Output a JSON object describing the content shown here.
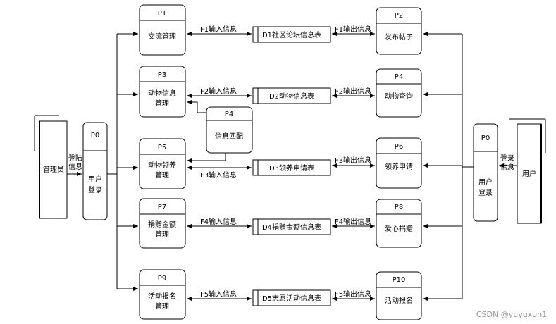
{
  "entities": {
    "admin": "管理员",
    "user": "用户"
  },
  "p0_left": {
    "id": "P0",
    "line1": "用户",
    "line2": "登录"
  },
  "p0_right": {
    "id": "P0",
    "line1": "用户",
    "line2": "登录"
  },
  "login_left": {
    "line1": "登陆",
    "line2": "信息"
  },
  "login_right": {
    "line1": "登录",
    "line2": "信息"
  },
  "processes": {
    "p1": {
      "id": "P1",
      "line1": "交流管理",
      "line2": ""
    },
    "p2": {
      "id": "P2",
      "line1": "发布帖子",
      "line2": ""
    },
    "p3": {
      "id": "P3",
      "line1": "动物信息",
      "line2": "管理"
    },
    "p4a": {
      "id": "P4",
      "line1": "动物查询",
      "line2": ""
    },
    "p4b": {
      "id": "P4",
      "line1": "信息匹配",
      "line2": ""
    },
    "p5": {
      "id": "P5",
      "line1": "动物领养",
      "line2": "管理"
    },
    "p6": {
      "id": "P6",
      "line1": "领养申请",
      "line2": ""
    },
    "p7": {
      "id": "P7",
      "line1": "捐赠金额",
      "line2": "管理"
    },
    "p8": {
      "id": "P8",
      "line1": "爱心捐赠",
      "line2": ""
    },
    "p9": {
      "id": "P9",
      "line1": "活动报名",
      "line2": "管理"
    },
    "p10": {
      "id": "P10",
      "line1": "活动报名",
      "line2": ""
    }
  },
  "stores": {
    "d1": "D1社区论坛信息表",
    "d2": "D2动物信息表",
    "d3": "D3领养申请表",
    "d4": "D4捐赠金额信息表",
    "d5": "D5志愿活动信息表"
  },
  "flows": {
    "f1_in": "F1输入信息",
    "f1_out": "F1输出信息",
    "f2_in": "F2输入信息",
    "f2_out": "F2输出信息",
    "f3_in": "F3输入信息",
    "f3_out": "F3输出信息",
    "f4_in": "F4输入信息",
    "f4_out": "F4输出信息",
    "f5_in": "F5输入信息",
    "f5_out": "F5输出信息"
  },
  "watermark": "CSDN @yuyuxun1"
}
